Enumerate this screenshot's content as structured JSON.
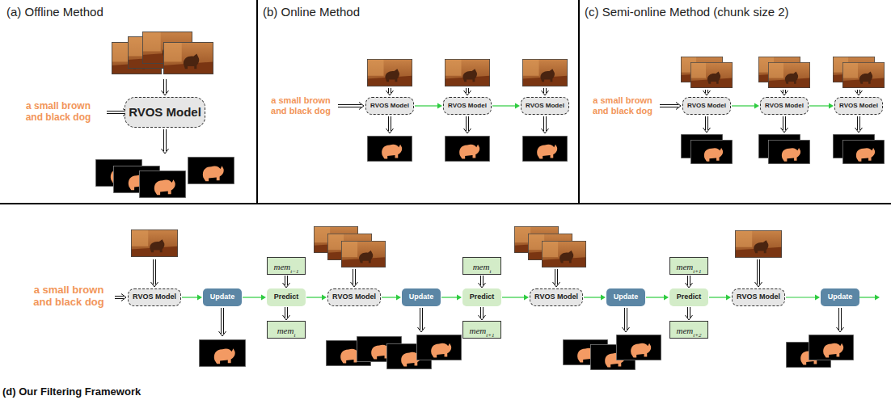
{
  "diagram": {
    "nodes": [
      {
        "text": [
          "RVOS Model"
        ]
      },
      {
        "text": [
          "RVOS Model"
        ]
      },
      {
        "text": [
          "RVOS Model"
        ]
      },
      {
        "text": [
          "RVOS Model"
        ]
      },
      {
        "text": [
          "RVOS Model"
        ]
      },
      {
        "text": [
          "RVOS Model"
        ]
      },
      {
        "text": [
          "RVOS Model"
        ]
      },
      {
        "text": [
          "RVOS Model"
        ]
      },
      {
        "text": [
          "Update"
        ]
      },
      {
        "text": [
          "mem",
          "t−1"
        ]
      },
      {
        "text": [
          "Predict"
        ]
      },
      {
        "text": [
          "mem",
          "t"
        ]
      },
      {
        "text": [
          "RVOS Model"
        ]
      },
      {
        "text": [
          "Update"
        ]
      },
      {
        "text": [
          "mem",
          "t"
        ]
      },
      {
        "text": [
          "Predict"
        ]
      },
      {
        "text": [
          "mem",
          "t+1"
        ]
      },
      {
        "text": [
          "RVOS Model"
        ]
      },
      {
        "text": [
          "Update"
        ]
      },
      {
        "text": [
          "mem",
          "t+1"
        ]
      },
      {
        "text": [
          "Predict"
        ]
      },
      {
        "text": [
          "mem",
          "t+2"
        ]
      },
      {
        "text": [
          "RVOS Model"
        ]
      },
      {
        "text": [
          "Update"
        ]
      }
    ],
    "edges": [
      {
        "from": 1,
        "to": 2,
        "arrow": "to"
      },
      {
        "from": 2,
        "to": 3,
        "arrow": "to"
      },
      {
        "from": 4,
        "to": 5,
        "arrow": "to"
      },
      {
        "from": 5,
        "to": 6,
        "arrow": "to"
      },
      {
        "from": 7,
        "to": 8,
        "arrow": "to"
      },
      {
        "from": 8,
        "to": 10,
        "arrow": "to"
      },
      {
        "from": 9,
        "to": 10,
        "arrow": "to"
      },
      {
        "from": 10,
        "to": 11,
        "arrow": "to"
      },
      {
        "from": 10,
        "to": 12,
        "arrow": "to"
      },
      {
        "from": 12,
        "to": 13,
        "arrow": "to"
      },
      {
        "from": 13,
        "to": 15,
        "arrow": "to"
      },
      {
        "from": 14,
        "to": 15,
        "arrow": "to"
      },
      {
        "from": 15,
        "to": 16,
        "arrow": "to"
      },
      {
        "from": 15,
        "to": 17,
        "arrow": "to"
      },
      {
        "from": 17,
        "to": 18,
        "arrow": "to"
      },
      {
        "from": 18,
        "to": 20,
        "arrow": "to"
      },
      {
        "from": 19,
        "to": 20,
        "arrow": "to"
      },
      {
        "from": 20,
        "to": 21,
        "arrow": "to"
      },
      {
        "from": 20,
        "to": 22,
        "arrow": "to"
      },
      {
        "from": 22,
        "to": 23,
        "arrow": "to"
      }
    ],
    "labels": [
      "(a) Offline Method",
      "a small brown and black dog",
      "(b) Online Method",
      "a small brown and black dog",
      "(c) Semi-online Method (chunk size 2)",
      "a small brown and black dog",
      "a small brown and black dog",
      "(d) Our Filtering Framework"
    ]
  }
}
